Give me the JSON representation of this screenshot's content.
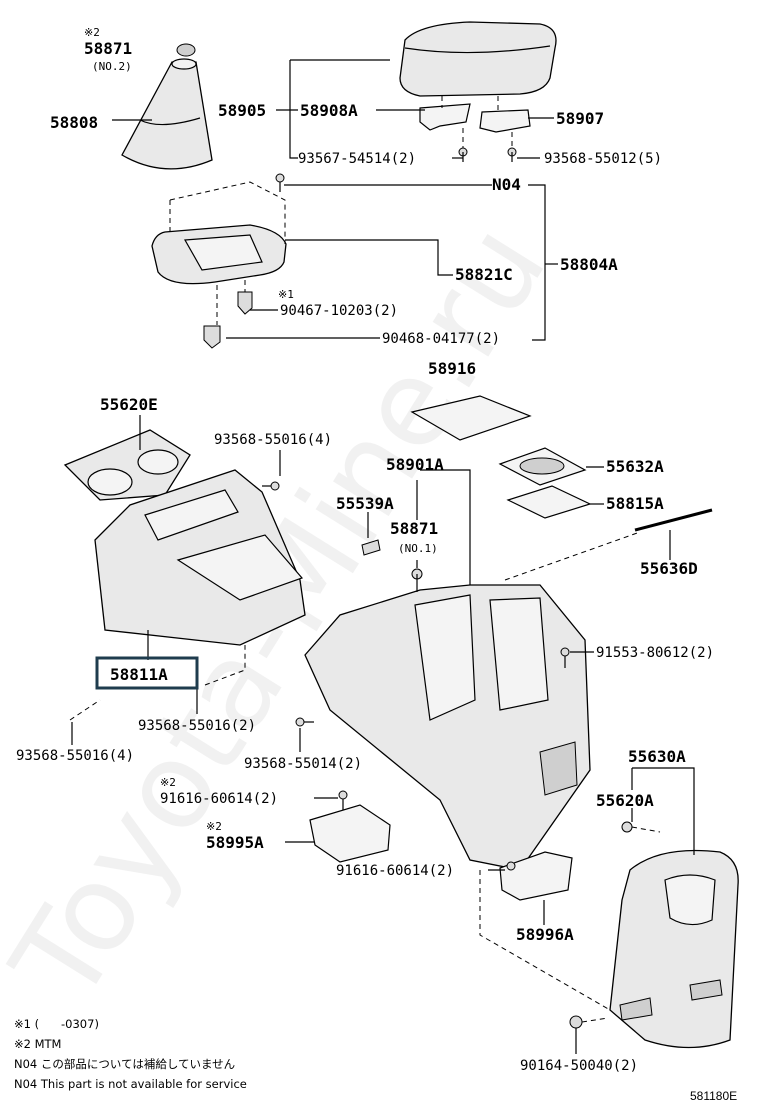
{
  "watermark": "Toyota-Mine.ru",
  "labels": {
    "p58871_top": "58871",
    "p58871_top_note": "※2",
    "p58871_top_sub": "(NO.2)",
    "p58808": "58808",
    "p58905": "58905",
    "p58908A": "58908A",
    "p58907": "58907",
    "p93567": "93567-54514(2)",
    "p93568_55012": "93568-55012(5)",
    "pN04": "N04",
    "p58821C": "58821C",
    "p58804A": "58804A",
    "p90467_note": "※1",
    "p90467": "90467-10203(2)",
    "p90468": "90468-04177(2)",
    "p58916": "58916",
    "p55620E": "55620E",
    "p93568_55016_top": "93568-55016(4)",
    "p58901A": "58901A",
    "p55632A": "55632A",
    "p55539A": "55539A",
    "p58815A": "58815A",
    "p58871_mid": "58871",
    "p58871_mid_sub": "(NO.1)",
    "p55636D": "55636D",
    "p91553": "91553-80612(2)",
    "p58811A": "58811A",
    "p93568_55016_mid": "93568-55016(2)",
    "p93568_55016_left": "93568-55016(4)",
    "p93568_55014": "93568-55014(2)",
    "p55630A": "55630A",
    "p91616_a_note": "※2",
    "p91616_a": "91616-60614(2)",
    "p55620A": "55620A",
    "p58995A_note": "※2",
    "p58995A": "58995A",
    "p91616_b": "91616-60614(2)",
    "p58996A": "58996A",
    "p90164": "90164-50040(2)"
  },
  "footnotes": {
    "line1": "※1 (      -0307)",
    "line2": "※2 MTM",
    "line3": "N04 この部品については補給していません",
    "line4": "N04 This part is not available for service"
  },
  "diagram_code": "581180E"
}
